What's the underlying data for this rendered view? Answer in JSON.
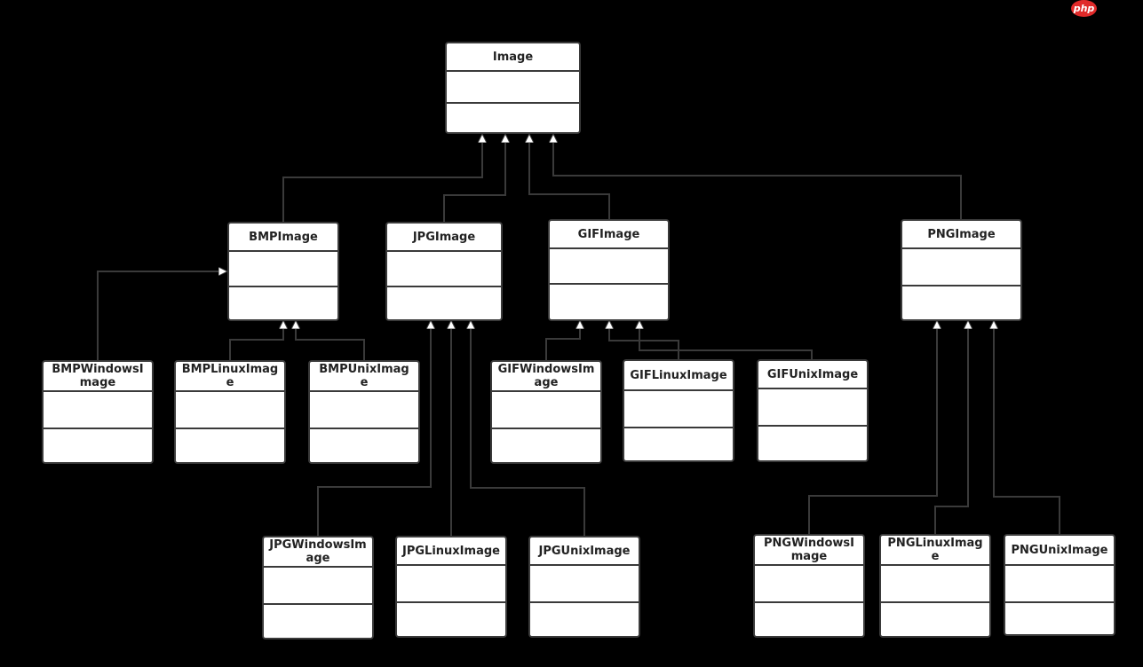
{
  "watermark": {
    "logo_text": "php"
  },
  "colors": {
    "background": "#000000",
    "box_fill": "#ffffff",
    "box_border": "#3a3a3a",
    "connector": "#3a3a3a",
    "logo": "#e02a2a"
  },
  "classes": {
    "image": "Image",
    "bmp": "BMPImage",
    "jpg": "JPGImage",
    "gif": "GIFImage",
    "png": "PNGImage",
    "bmp_windows": "BMPWindowsImage",
    "bmp_linux": "BMPLinuxImage",
    "bmp_unix": "BMPUnixImage",
    "gif_windows": "GIFWindowsImage",
    "gif_linux": "GIFLinuxImage",
    "gif_unix": "GIFUnixImage",
    "jpg_windows": "JPGWindowsImage",
    "jpg_linux": "JPGLinuxImage",
    "jpg_unix": "JPGUnixImage",
    "png_windows": "PNGWindowsImage",
    "png_linux": "PNGLinuxImage",
    "png_unix": "PNGUnixImage"
  },
  "relations": [
    {
      "child": "bmp",
      "parent": "image",
      "type": "generalization"
    },
    {
      "child": "jpg",
      "parent": "image",
      "type": "generalization"
    },
    {
      "child": "gif",
      "parent": "image",
      "type": "generalization"
    },
    {
      "child": "png",
      "parent": "image",
      "type": "generalization"
    },
    {
      "child": "bmp_windows",
      "parent": "bmp",
      "type": "generalization"
    },
    {
      "child": "bmp_linux",
      "parent": "bmp",
      "type": "generalization"
    },
    {
      "child": "bmp_unix",
      "parent": "bmp",
      "type": "generalization"
    },
    {
      "child": "jpg_windows",
      "parent": "jpg",
      "type": "generalization"
    },
    {
      "child": "jpg_linux",
      "parent": "jpg",
      "type": "generalization"
    },
    {
      "child": "jpg_unix",
      "parent": "jpg",
      "type": "generalization"
    },
    {
      "child": "gif_windows",
      "parent": "gif",
      "type": "generalization"
    },
    {
      "child": "gif_linux",
      "parent": "gif",
      "type": "generalization"
    },
    {
      "child": "gif_unix",
      "parent": "gif",
      "type": "generalization"
    },
    {
      "child": "png_windows",
      "parent": "png",
      "type": "generalization"
    },
    {
      "child": "png_linux",
      "parent": "png",
      "type": "generalization"
    },
    {
      "child": "png_unix",
      "parent": "png",
      "type": "generalization"
    }
  ]
}
